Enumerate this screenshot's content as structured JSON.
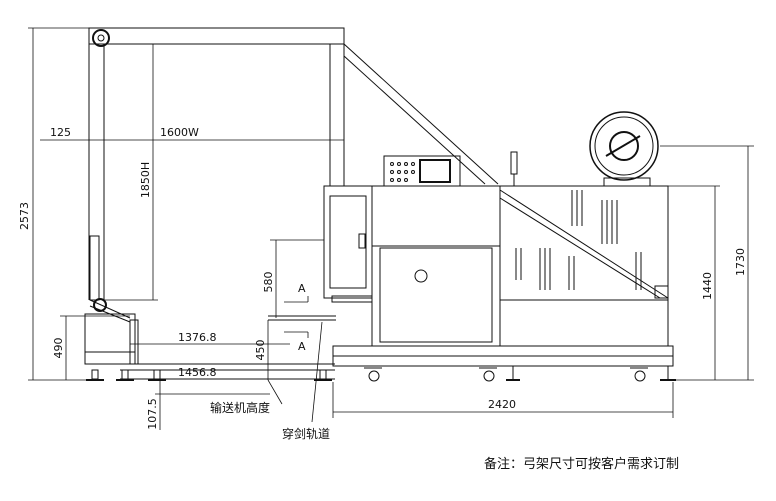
{
  "dimensions": {
    "overall_height": "2573",
    "offset_125": "125",
    "width_1600w": "1600W",
    "height_1850h": "1850H",
    "height_580": "580",
    "height_490": "490",
    "length_1376_8": "1376.8",
    "length_1456_8": "1456.8",
    "height_450": "450",
    "height_107_5": "107.5",
    "length_2420": "2420",
    "height_1440": "1440",
    "height_1730": "1730"
  },
  "section_markers": {
    "upper": "A",
    "lower": "A"
  },
  "callouts": {
    "conveyor_height": "输送机高度",
    "lance_track": "穿剑轨道"
  },
  "note": "备注：弓架尺寸可按客户需求订制"
}
